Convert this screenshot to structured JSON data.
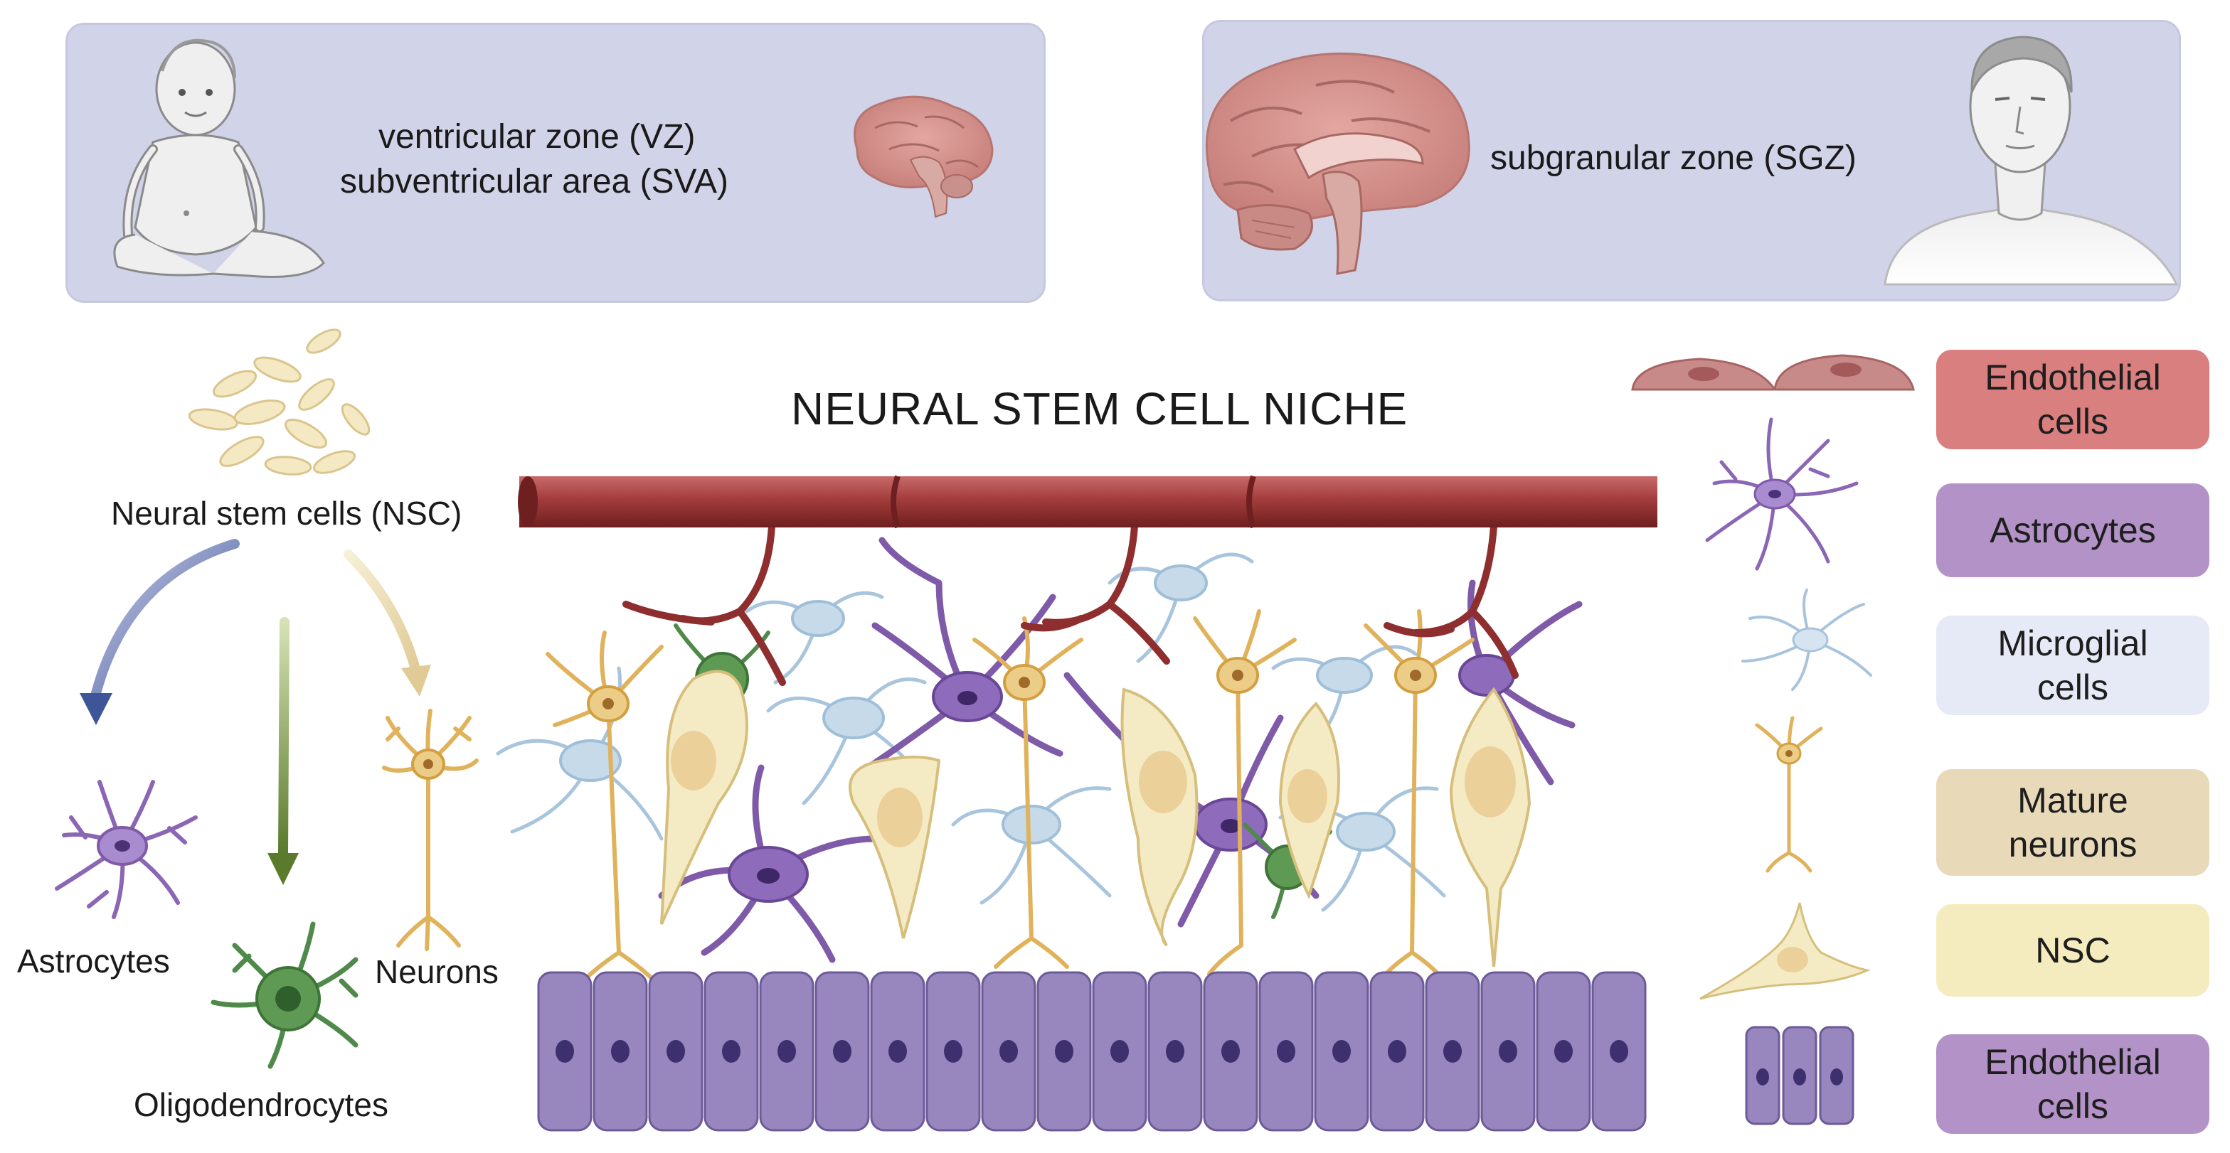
{
  "title": "NEURAL STEM CELL NICHE",
  "panels": {
    "infant": {
      "line1": "ventricular zone (VZ)",
      "line2": "subventricular area (SVA)"
    },
    "adult": {
      "line1": "subgranular zone (SGZ)"
    }
  },
  "lineage": {
    "source": "Neural stem cells (NSC)",
    "astrocytes": "Astrocytes",
    "oligodendrocytes": "Oligodendrocytes",
    "neurons": "Neurons"
  },
  "legend": [
    {
      "line1": "Endothelial",
      "line2": "cells",
      "color": "#d97f7f"
    },
    {
      "line1": "Astrocytes",
      "line2": "",
      "color": "#b392c8"
    },
    {
      "line1": "Microglial",
      "line2": "cells",
      "color": "#e6e9f6"
    },
    {
      "line1": "Mature",
      "line2": "neurons",
      "color": "#e8d9b9"
    },
    {
      "line1": "NSC",
      "line2": "",
      "color": "#f4ecbf"
    },
    {
      "line1": "Endothelial",
      "line2": "cells",
      "color": "#b392c8"
    }
  ],
  "colors": {
    "vessel": "#a23a3a",
    "astrocyte": "#7e5aa8",
    "microglia": "#a7c3dc",
    "neuron": "#e0b25c",
    "nsc": "#f3e7bb",
    "ependymal": "#9886be",
    "oligodendrocyte": "#4f8a4a",
    "panel": "#d1d3e8"
  }
}
